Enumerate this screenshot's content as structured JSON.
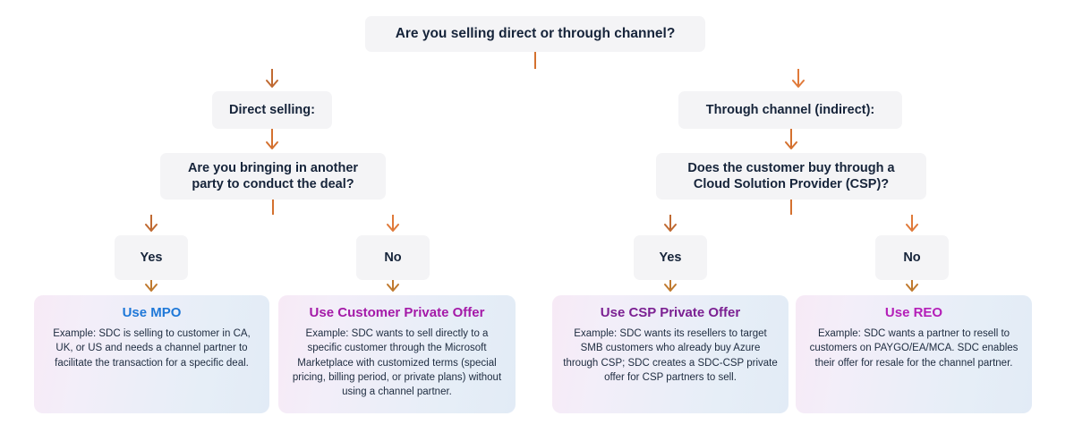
{
  "diagram": {
    "title": "Are you selling direct or through channel?",
    "root": {
      "label": "Are you selling direct or through channel?"
    },
    "branches": [
      {
        "label": "Direct selling:"
      },
      {
        "label": "Through channel (indirect):"
      }
    ],
    "questions": [
      {
        "label": "Are you bringing in another party to conduct the deal?"
      },
      {
        "label": "Does the customer buy through a Cloud Solution Provider (CSP)?"
      }
    ],
    "answers": [
      {
        "label": "Yes"
      },
      {
        "label": "No"
      },
      {
        "label": "Yes"
      },
      {
        "label": "No"
      }
    ],
    "outcomes": [
      {
        "title": "Use MPO",
        "title_color": "#1f78d8",
        "body": "Example: SDC is selling to customer in CA, UK, or US and needs a channel partner to facilitate the transaction for a specific deal."
      },
      {
        "title": "Use Customer Private Offer",
        "title_color": "#a41aa8",
        "body": "Example: SDC wants to sell directly to a specific customer through the Microsoft Marketplace with customized terms (special pricing, billing period, or private plans) without using a channel partner."
      },
      {
        "title": "Use CSP Private Offer",
        "title_color": "#7b2092",
        "body": "Example: SDC wants its resellers to target SMB customers who already buy Azure through CSP; SDC creates a SDC-CSP private offer for CSP partners to sell."
      },
      {
        "title": "Use REO",
        "title_color": "#b41fb8",
        "body": "Example: SDC wants a partner to resell to customers on PAYGO/EA/MCA. SDC enables their offer for resale for the channel partner."
      }
    ],
    "colors": {
      "connector": "#d4712f",
      "connector_left": "#7f8a4a",
      "box_bg": "#f4f4f6",
      "box_text": "#16243a",
      "card_gradient_start": "#f7eaf6",
      "card_gradient_end": "#e2ebf6",
      "page_bg": "#ffffff"
    }
  }
}
